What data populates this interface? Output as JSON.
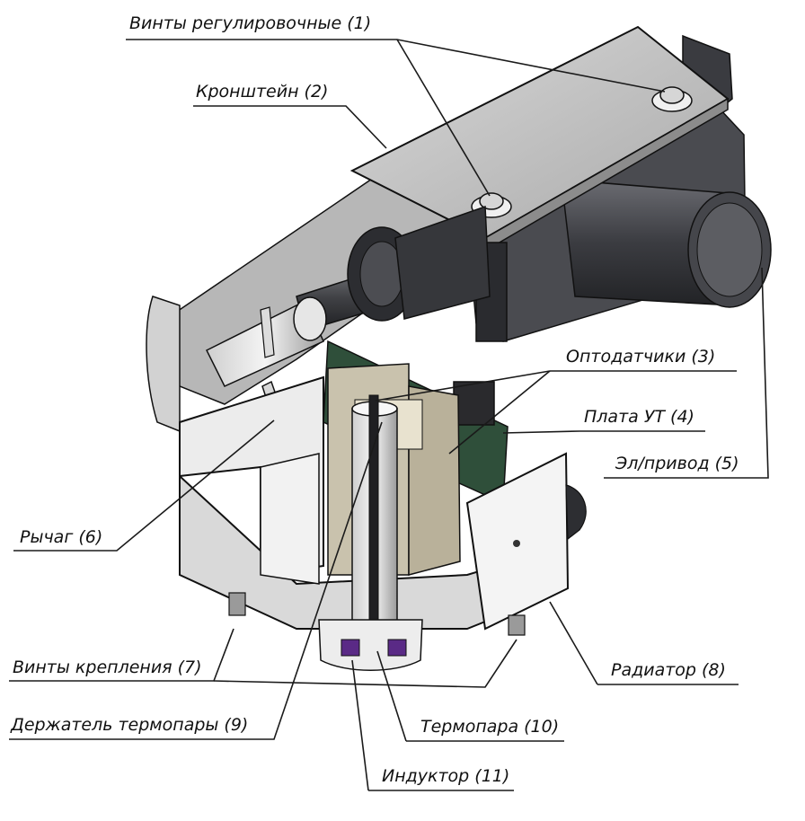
{
  "callouts": [
    {
      "id": 1,
      "text": "Винты регулировочные (1)"
    },
    {
      "id": 2,
      "text": "Кронштейн (2)"
    },
    {
      "id": 3,
      "text": "Оптодатчики (3)"
    },
    {
      "id": 4,
      "text": "Плата УТ (4)"
    },
    {
      "id": 5,
      "text": "Эл/привод (5)"
    },
    {
      "id": 6,
      "text": "Рычаг (6)"
    },
    {
      "id": 7,
      "text": "Винты крепления (7)"
    },
    {
      "id": 8,
      "text": "Радиатор (8)"
    },
    {
      "id": 9,
      "text": "Держатель термопары (9)"
    },
    {
      "id": 10,
      "text": "Термопара (10)"
    },
    {
      "id": 11,
      "text": "Индуктор (11)"
    }
  ],
  "colors": {
    "metal_light": "#ededed",
    "metal_mid": "#c9c9c9",
    "metal_dark": "#5f5f62",
    "motor": "#3f4045",
    "pcb": "#2f4f3a",
    "sensor": "#c9c2ad",
    "inductor": "#5a2a86",
    "line": "#1a1a1a"
  }
}
